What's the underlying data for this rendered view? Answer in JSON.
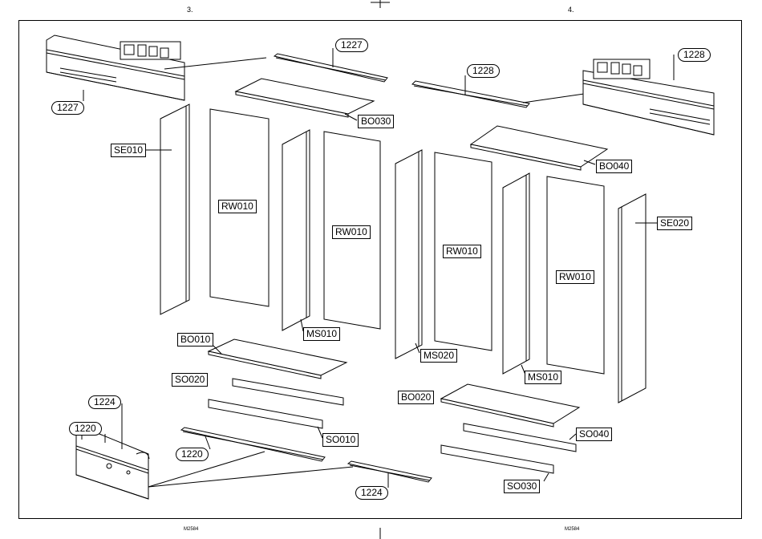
{
  "page_numbers": {
    "left": "3.",
    "right": "4."
  },
  "footer_codes": {
    "left": "M2584",
    "right": "M2584"
  },
  "labels": {
    "p1227_top": "1227",
    "p1227_left": "1227",
    "p1228_mid": "1228",
    "p1228_right": "1228",
    "se010": "SE010",
    "rw010_a": "RW010",
    "rw010_b": "RW010",
    "rw010_c": "RW010",
    "rw010_d": "RW010",
    "bo030": "BO030",
    "bo040": "BO040",
    "se020": "SE020",
    "ms010_a": "MS010",
    "ms010_b": "MS010",
    "ms020": "MS020",
    "bo010": "BO010",
    "so020": "SO020",
    "so010": "SO010",
    "bo020": "BO020",
    "so040": "SO040",
    "so030": "SO030",
    "p1224_top": "1224",
    "p1224_bottom": "1224",
    "p1220_a": "1220",
    "p1220_b": "1220"
  },
  "colors": {
    "line": "#000000",
    "panel_fill": "#ffffff",
    "panel_edge": "#d8d8d8"
  }
}
